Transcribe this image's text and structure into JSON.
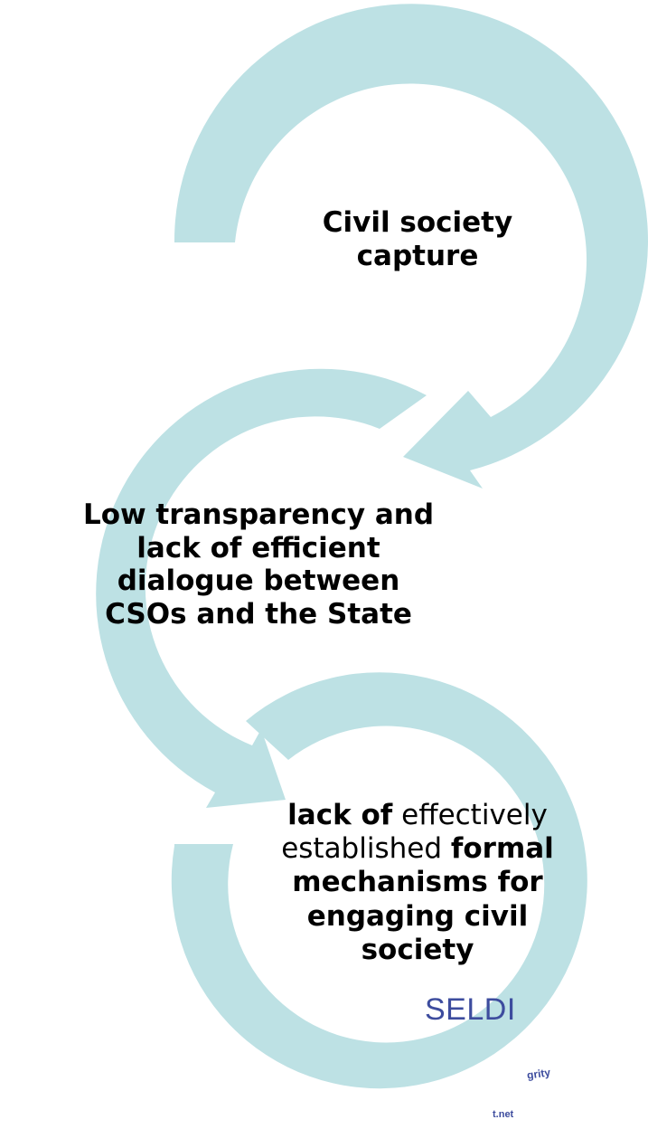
{
  "diagram": {
    "colors": {
      "arrow": "#bde1e4",
      "text": "#000000",
      "logo": "#3d4c9e"
    },
    "nodes": [
      {
        "line1": "Civil society",
        "line2": "capture"
      },
      {
        "line1": "Low transparency and",
        "line2": "lack of efficient",
        "line3": "dialogue between",
        "line4": "CSOs and the State"
      },
      {
        "p1_bold": "lack of",
        "p1_normal": " effectively",
        "p2_normal": "established ",
        "p2_bold": "formal",
        "line3": "mechanisms for",
        "line4": "engaging civil",
        "line5": "society"
      }
    ]
  },
  "logo": {
    "name": "SELDI",
    "tag_1": "grity",
    "tag_2": "t.net"
  }
}
